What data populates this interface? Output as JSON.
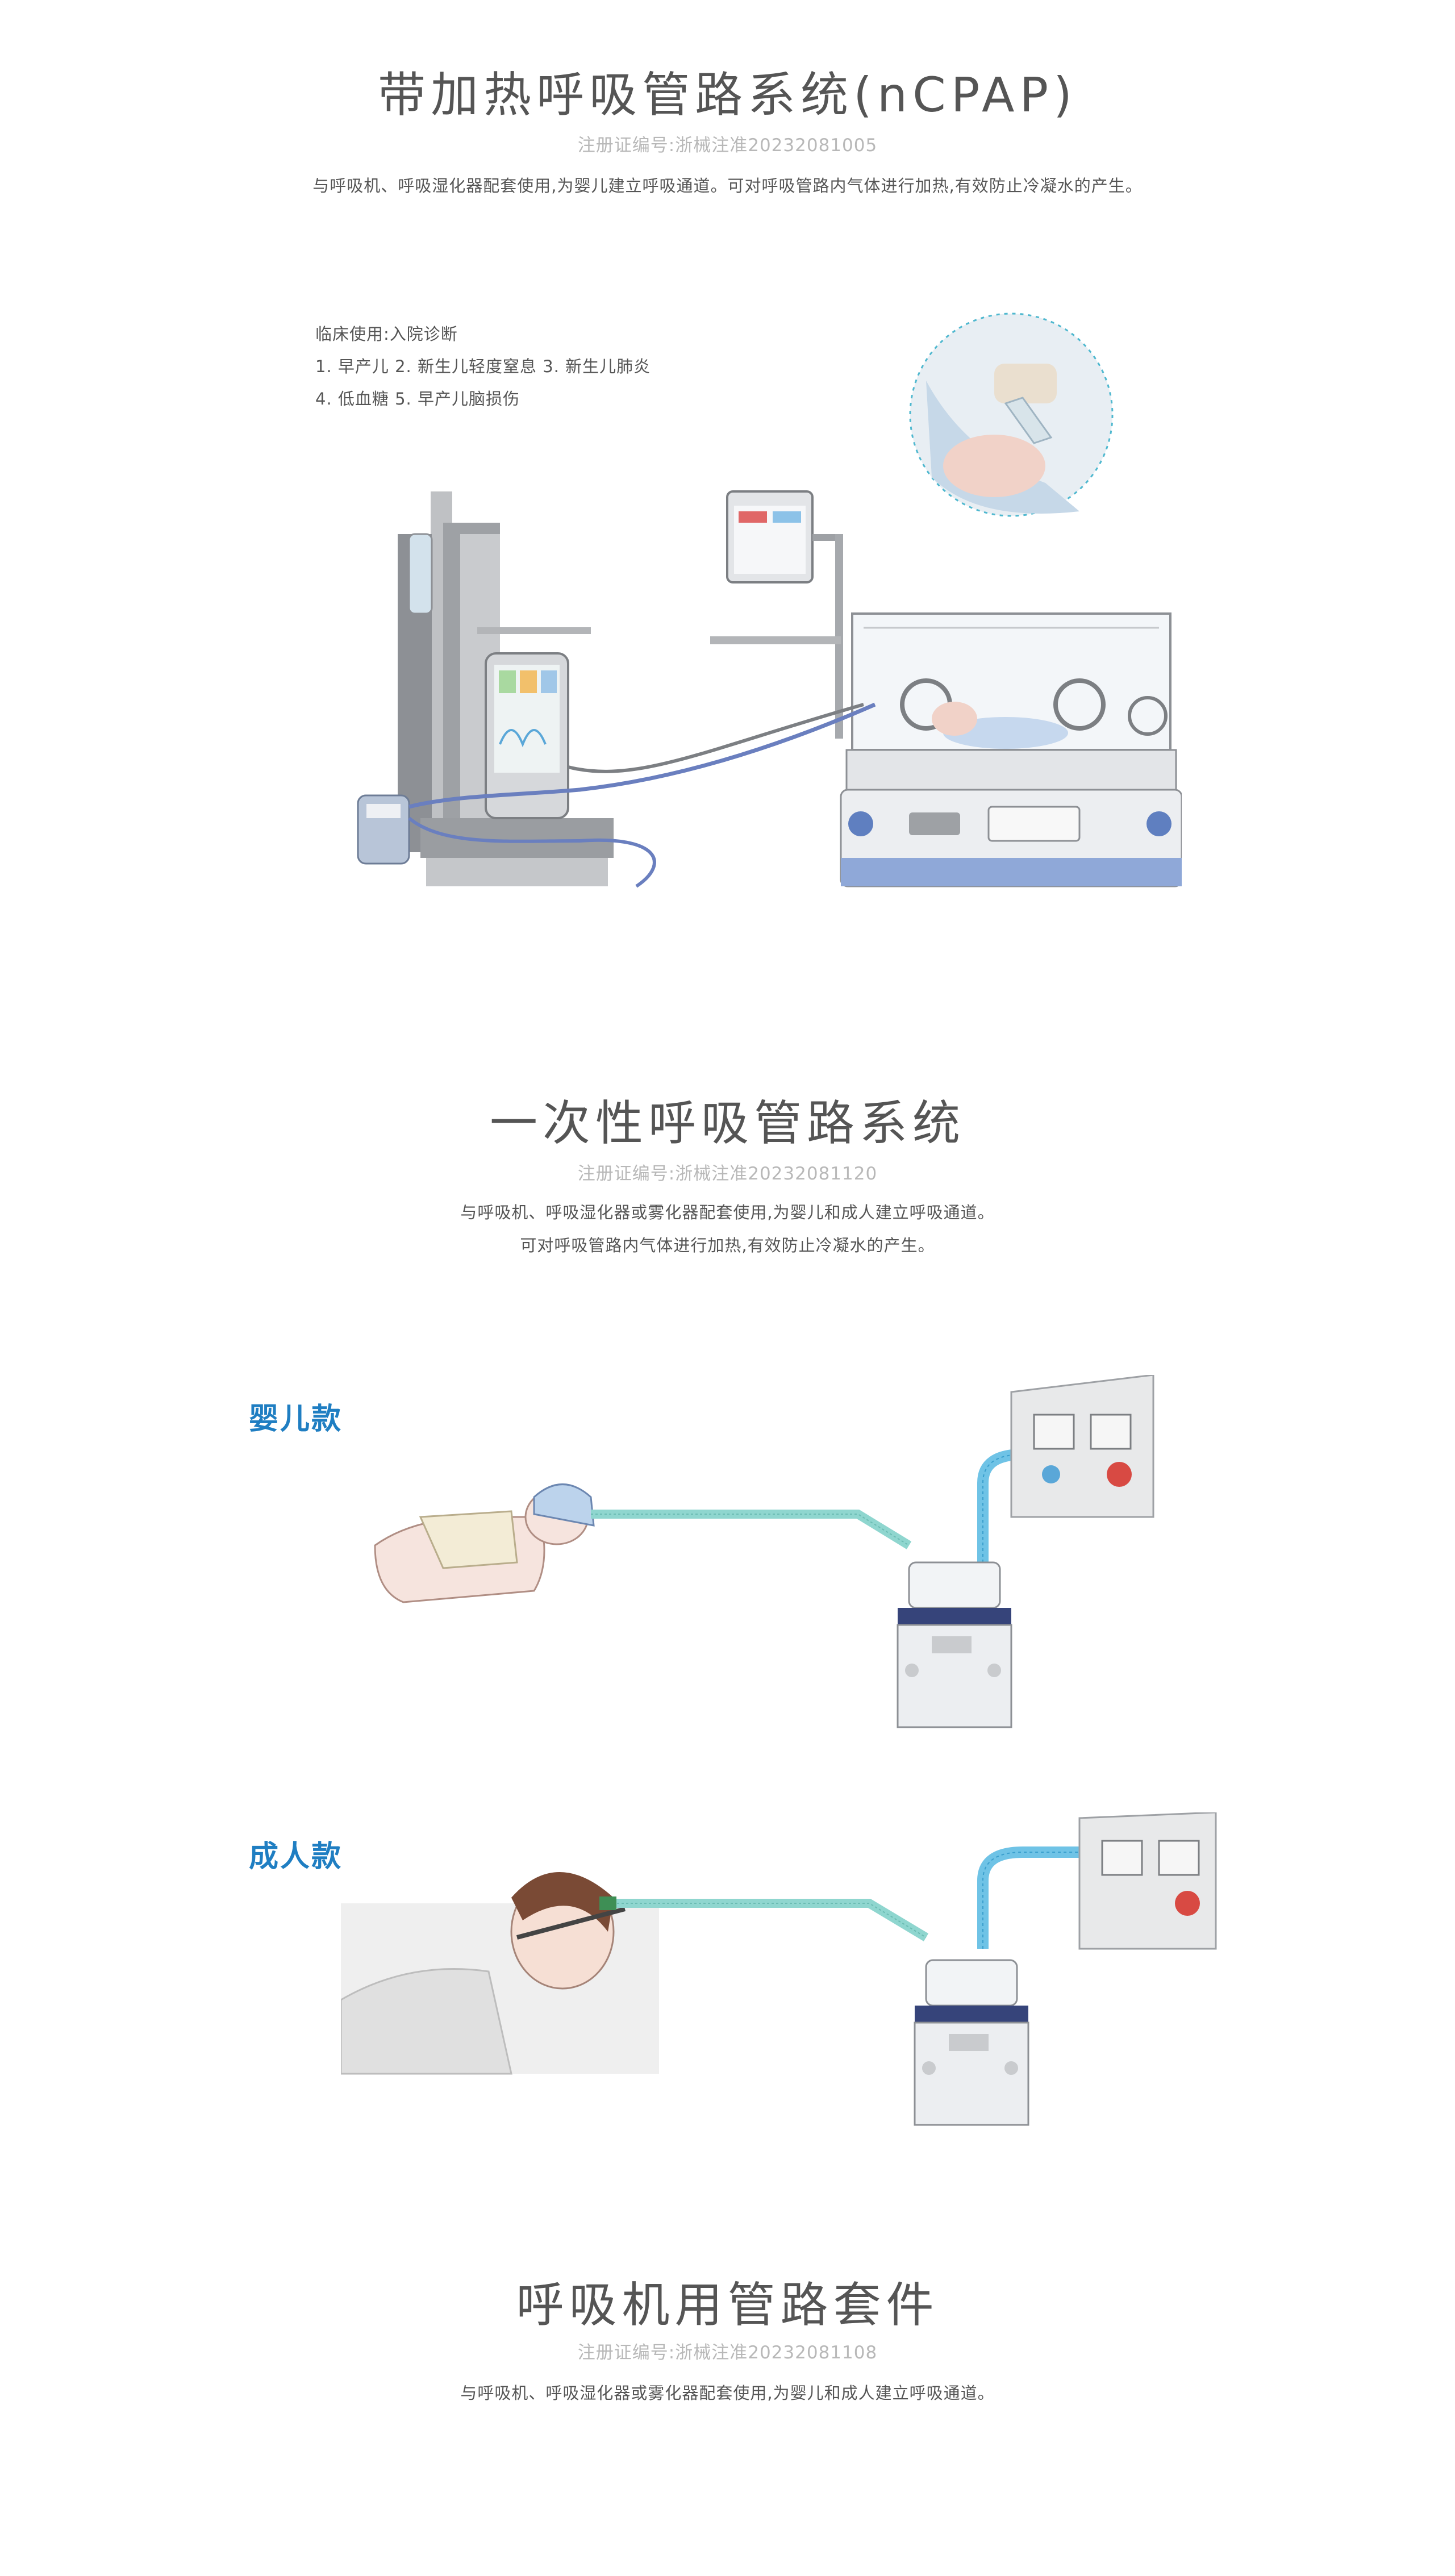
{
  "section1": {
    "title": "带加热呼吸管路系统(nCPAP)",
    "reg": "注册证编号:浙械注准20232081005",
    "desc": "与呼吸机、呼吸湿化器配套使用,为婴儿建立呼吸通道。可对呼吸管路内气体进行加热,有效防止冷凝水的产生。",
    "clinical": {
      "heading": "临床使用:入院诊断",
      "line1": "1. 早产儿 2. 新生儿轻度窒息 3. 新生儿肺炎",
      "line2": "4. 低血糖 5. 早产儿脑损伤"
    }
  },
  "section2": {
    "title": "一次性呼吸管路系统",
    "reg": "注册证编号:浙械注准20232081120",
    "desc1": "与呼吸机、呼吸湿化器或雾化器配套使用,为婴儿和成人建立呼吸通道。",
    "desc2": "可对呼吸管路内气体进行加热,有效防止冷凝水的产生。",
    "infant_label": "婴儿款",
    "adult_label": "成人款"
  },
  "section3": {
    "title": "呼吸机用管路套件",
    "reg": "注册证编号:浙械注准20232081108",
    "desc": "与呼吸机、呼吸湿化器或雾化器配套使用,为婴儿和成人建立呼吸通道。"
  },
  "colors": {
    "accent_blue": "#1f7ec2",
    "tube_blue": "#6fc3e6",
    "tube_teal": "#8fd6cf",
    "device_gray": "#d9dadc",
    "incubator_blue": "#8fa8d8"
  }
}
